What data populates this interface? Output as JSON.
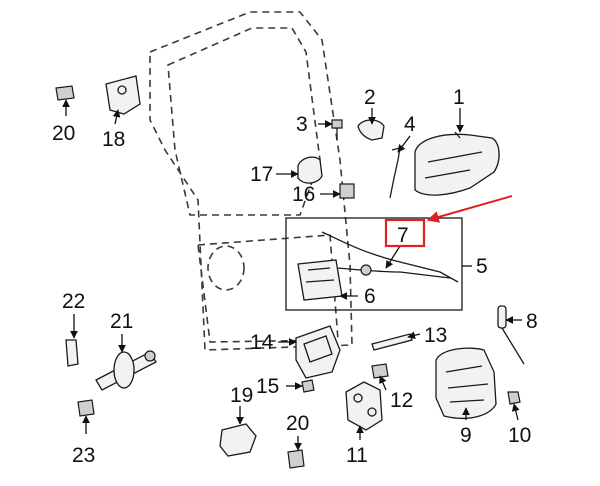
{
  "labels": {
    "l1": "1",
    "l2": "2",
    "l3": "3",
    "l4": "4",
    "l5": "5",
    "l6": "6",
    "l7": "7",
    "l8": "8",
    "l9": "9",
    "l10": "10",
    "l11": "11",
    "l12": "12",
    "l13": "13",
    "l14": "14",
    "l15": "15",
    "l16": "16",
    "l17": "17",
    "l18": "18",
    "l19": "19",
    "l20a": "20",
    "l20b": "20",
    "l21": "21",
    "l22": "22",
    "l23": "23"
  },
  "colors": {
    "highlight": "#e31e24",
    "ink": "#111111"
  }
}
